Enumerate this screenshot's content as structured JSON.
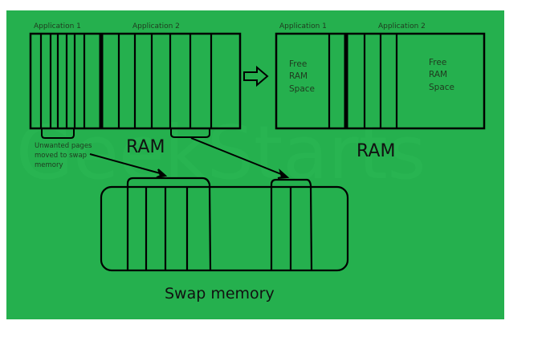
{
  "colors": {
    "background": "#25b04e",
    "stroke": "#000000",
    "label_text": "#1f3a1f",
    "watermark": "#2ebc58"
  },
  "watermark": "GeekStarts",
  "before": {
    "app1_label": "Application 1",
    "app2_label": "Application 2",
    "caption": "RAM"
  },
  "after": {
    "app1_label": "Application 1",
    "app2_label": "Application 2",
    "caption": "RAM",
    "free_left": [
      "Free",
      "RAM",
      "Space"
    ],
    "free_right": [
      "Free",
      "RAM",
      "Space"
    ]
  },
  "annotation": [
    "Unwanted pages",
    "moved to swap",
    "memory"
  ],
  "swap": {
    "caption": "Swap memory"
  }
}
